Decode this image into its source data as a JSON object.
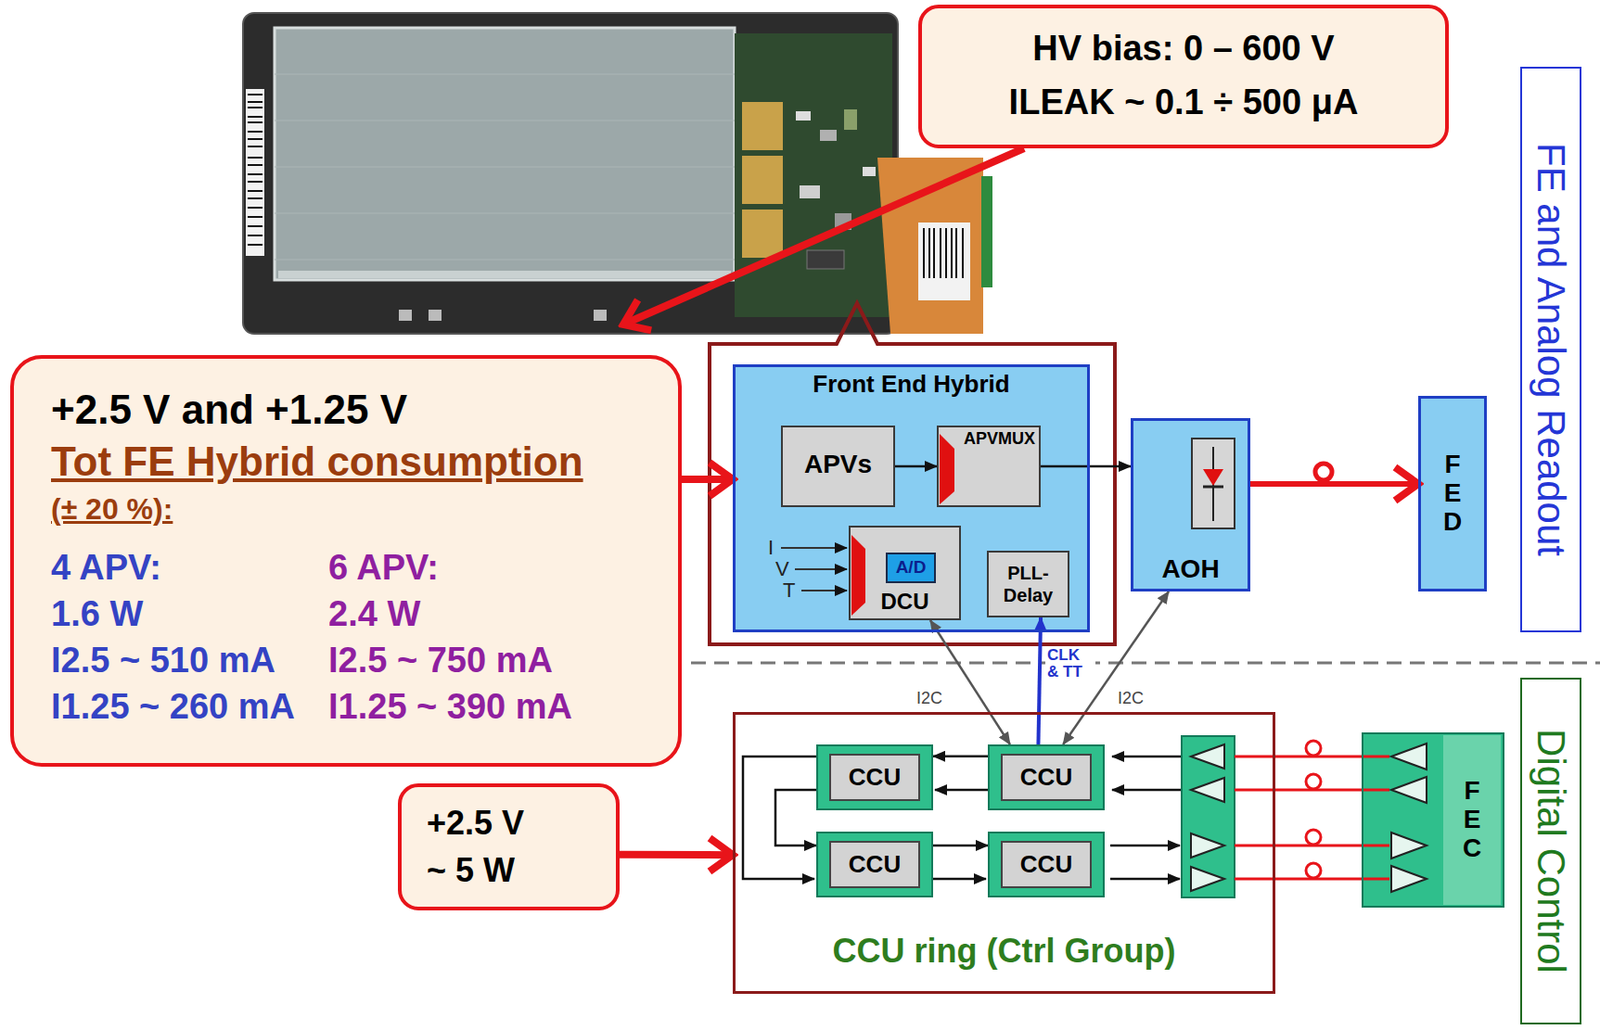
{
  "diagram": {
    "nodes": [
      {
        "text": [
          "HV bias: 0 – 600 V",
          "ILEAK ~ 0.1 ÷ 500 μA"
        ]
      },
      {
        "text": [
          "+2.5 V and +1.25 V",
          "Tot FE Hybrid consumption",
          "(± 20 %):",
          "4 APV:",
          "1.6 W",
          "I2.5 ~ 510 mA",
          "I1.25 ~ 260 mA",
          "6 APV:",
          "2.4 W",
          "I2.5 ~ 750 mA",
          "I1.25 ~ 390 mA"
        ]
      },
      {
        "text": [
          "Front End Hybrid"
        ]
      },
      {
        "text": [
          "APVs"
        ],
        "in": 2
      },
      {
        "text": [
          "APVMUX"
        ],
        "in": 2
      },
      {
        "text": [
          "DCU"
        ],
        "in": 2
      },
      {
        "text": [
          "A/D"
        ],
        "in": 5
      },
      {
        "text": [
          "PLL- Delay"
        ],
        "in": 2
      },
      {
        "text": [
          "AOH"
        ]
      },
      {
        "text": [
          "FED"
        ]
      },
      {
        "text": [
          "FE and Analog Readout"
        ]
      },
      {
        "text": [
          "+2.5 V",
          "~ 5 W"
        ]
      },
      {
        "text": [
          "CCU ring (Ctrl Group)"
        ]
      },
      {
        "text": [
          "CCU"
        ],
        "in": 12
      },
      {
        "text": [
          "CCU"
        ],
        "in": 12
      },
      {
        "text": [
          "CCU"
        ],
        "in": 12
      },
      {
        "text": [
          "CCU"
        ],
        "in": 12
      },
      {
        "text": [
          "FEC"
        ]
      },
      {
        "text": [
          "Digital Control"
        ]
      }
    ],
    "edges": [
      {
        "from": 1,
        "to": 2,
        "arrow": "to"
      },
      {
        "from": 3,
        "to": 4,
        "arrow": "to"
      },
      {
        "from": 4,
        "to": 8,
        "arrow": "to"
      },
      {
        "from": 8,
        "to": 9,
        "arrow": "to"
      },
      {
        "from": 11,
        "to": 12,
        "arrow": "to"
      },
      {
        "from": 14,
        "to": 13,
        "arrow": "to"
      },
      {
        "from": 13,
        "to": 15,
        "arrow": "to"
      },
      {
        "from": 15,
        "to": 16,
        "arrow": "to"
      },
      {
        "from": 5,
        "to": 14,
        "label": "I2C",
        "arrow": "both"
      },
      {
        "from": 14,
        "to": 7,
        "label": "CLK & TT",
        "arrow": "to"
      },
      {
        "from": 8,
        "to": 14,
        "label": "I2C",
        "arrow": "both"
      }
    ],
    "labels": [
      "I",
      "V",
      "T"
    ]
  }
}
